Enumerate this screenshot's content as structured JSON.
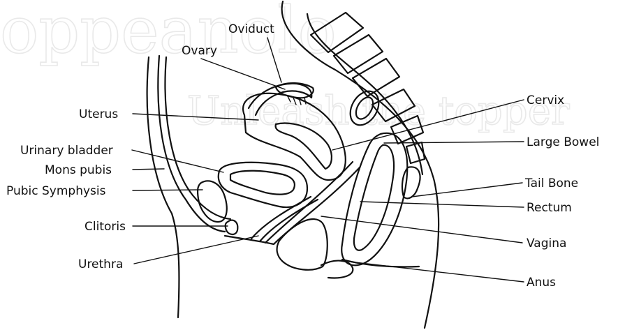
{
  "watermark": {
    "line1": "oppeanolo",
    "line2": "Unleash the topper"
  },
  "labels": {
    "oviduct": "Oviduct",
    "ovary": "Ovary",
    "uterus": "Uterus",
    "urinary_bladder": "Urinary bladder",
    "mons_pubis": "Mons pubis",
    "pubic_symphysis": "Pubic Symphysis",
    "clitoris": "Clitoris",
    "urethra": "Urethra",
    "cervix": "Cervix",
    "large_bowel": "Large Bowel",
    "tail_bone": "Tail Bone",
    "rectum": "Rectum",
    "vagina": "Vagina",
    "anus": "Anus"
  }
}
